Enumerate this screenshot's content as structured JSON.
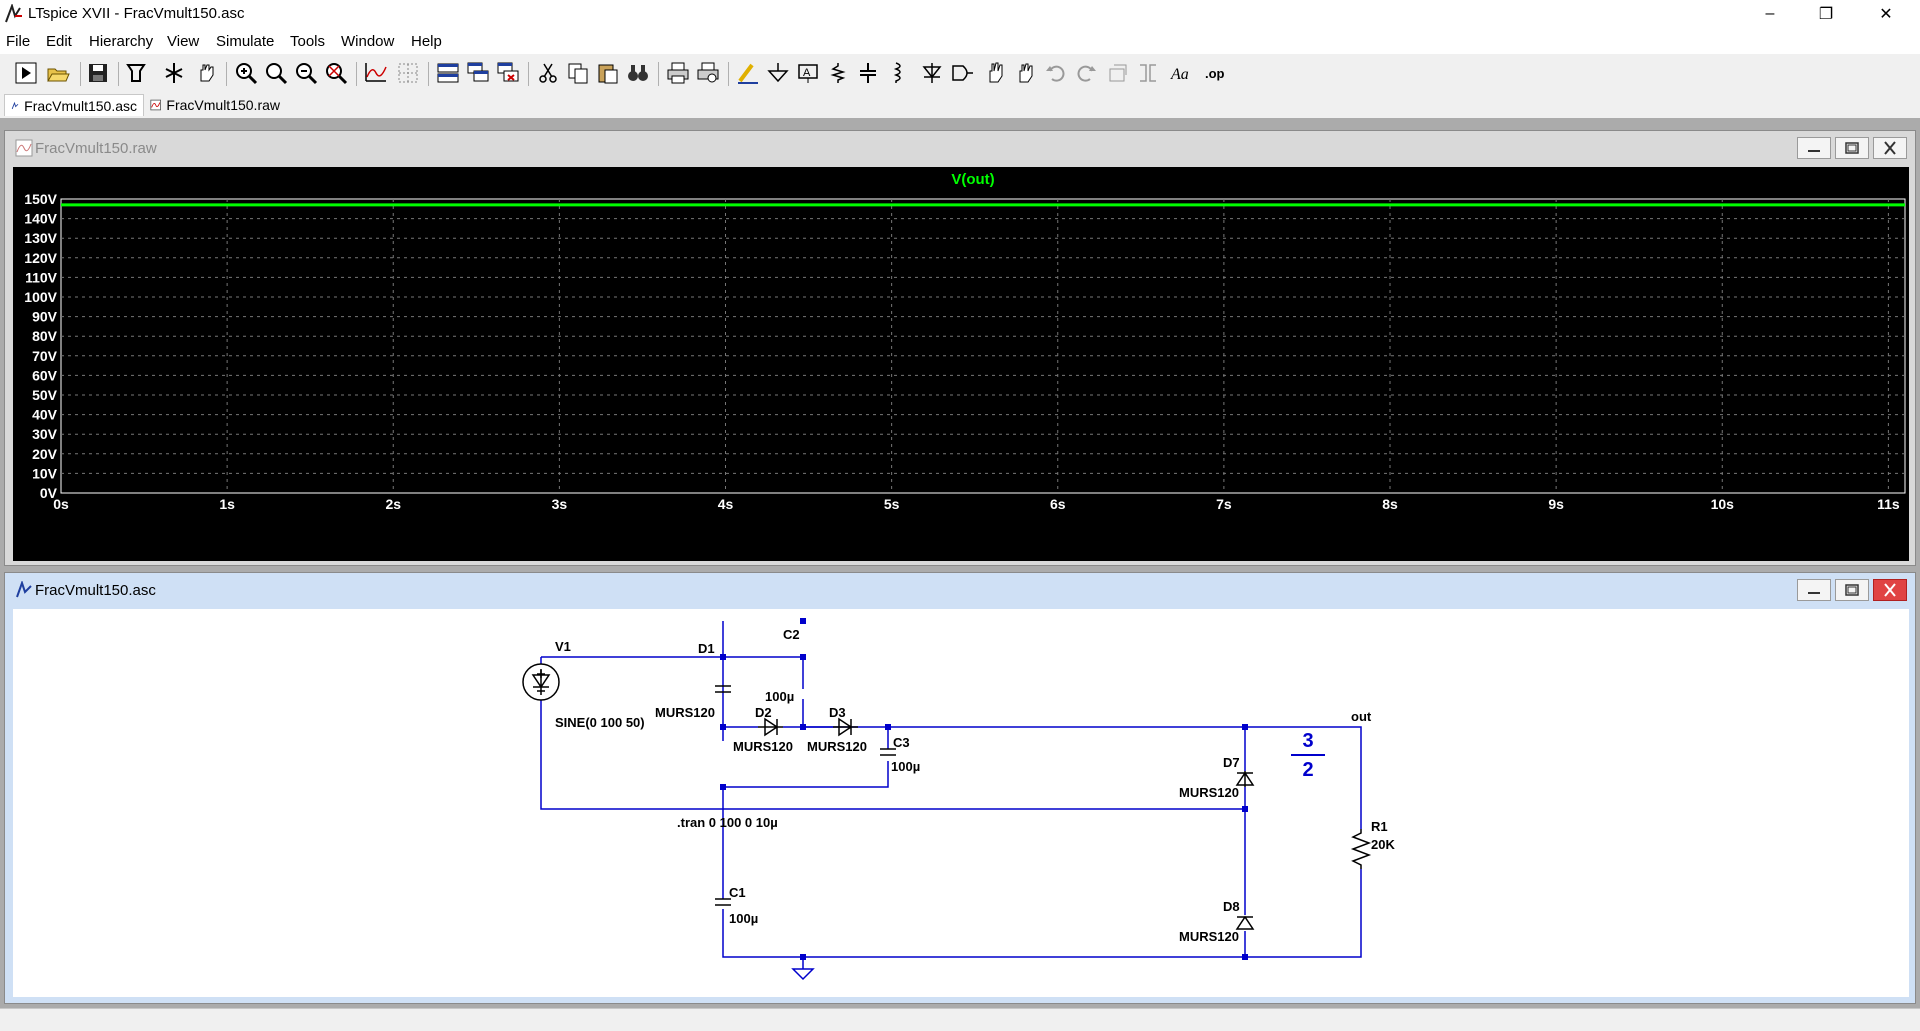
{
  "window": {
    "title": "LTspice XVII - FracVmult150.asc"
  },
  "menu": [
    "File",
    "Edit",
    "Hierarchy",
    "View",
    "Simulate",
    "Tools",
    "Window",
    "Help"
  ],
  "toolbar_icons": [
    "run-icon",
    "open-icon",
    "save-icon",
    "control-panel-icon",
    "halt-icon",
    "pan-icon",
    "zoom-in-icon",
    "zoom-out-icon",
    "zoom-back-icon",
    "zoom-fit-icon",
    "autorange-icon",
    "grid-icon",
    "tile-icon",
    "cascade-icon",
    "close-all-icon",
    "cut-icon",
    "copy-icon",
    "paste-icon",
    "find-icon",
    "print-icon",
    "print-preview-icon",
    "draw-wire-icon",
    "ground-icon",
    "label-net-icon",
    "resistor-icon",
    "capacitor-icon",
    "inductor-icon",
    "diode-icon",
    "component-icon",
    "move-icon",
    "drag-icon",
    "undo-icon",
    "redo-icon",
    "rotate-icon",
    "mirror-icon",
    "text-icon",
    "spice-directive-icon"
  ],
  "tabs": [
    {
      "label": "FracVmult150.asc",
      "active": true
    },
    {
      "label": "FracVmult150.raw",
      "active": false
    }
  ],
  "waveform_window": {
    "title": "FracVmult150.raw"
  },
  "chart_data": {
    "type": "line",
    "title": "V(out)",
    "x_ticks": [
      "0s",
      "1s",
      "2s",
      "3s",
      "4s",
      "5s",
      "6s",
      "7s",
      "8s",
      "9s",
      "10s",
      "11s"
    ],
    "y_ticks": [
      "150V",
      "140V",
      "130V",
      "120V",
      "110V",
      "100V",
      "90V",
      "80V",
      "70V",
      "60V",
      "50V",
      "40V",
      "30V",
      "20V",
      "10V",
      "0V"
    ],
    "xlim": [
      0,
      11.1
    ],
    "ylim": [
      0,
      150
    ],
    "grid": true,
    "series": [
      {
        "name": "V(out)",
        "color": "#00ff00",
        "x": [
          0,
          11.1
        ],
        "y": [
          147,
          147
        ]
      }
    ]
  },
  "schematic_window": {
    "title": "FracVmult150.asc"
  },
  "schematic": {
    "labels": {
      "v1_name": "V1",
      "v1_value": "SINE(0 100 50)",
      "d1_name": "D1",
      "d1_model": "MURS120",
      "c2_name": "C2",
      "c2_value": "100µ",
      "d2_name": "D2",
      "d2_model": "MURS120",
      "d3_name": "D3",
      "d3_model": "MURS120",
      "c3_name": "C3",
      "c3_value": "100µ",
      "tran": ".tran 0 100 0 10µ",
      "c1_name": "C1",
      "c1_value": "100µ",
      "d7_name": "D7",
      "d7_model": "MURS120",
      "d8_name": "D8",
      "d8_model": "MURS120",
      "out_label": "out",
      "r1_name": "R1",
      "r1_value": "20K",
      "frac_num": "3",
      "frac_den": "2"
    },
    "wire_color": "#0000cc"
  }
}
